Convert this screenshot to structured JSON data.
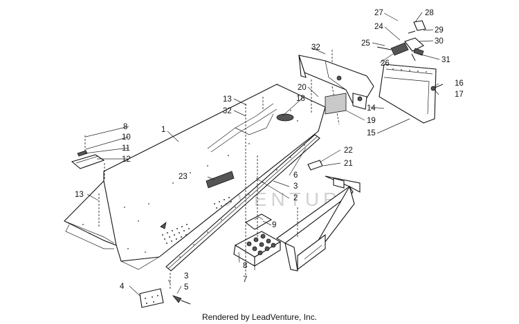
{
  "footer": {
    "text": "Rendered by LeadVenture, Inc."
  },
  "watermark": {
    "text": "LEADVENTURE"
  },
  "callouts": [
    {
      "id": "c1",
      "label": "1"
    },
    {
      "id": "c2",
      "label": "2"
    },
    {
      "id": "c3a",
      "label": "3"
    },
    {
      "id": "c3b",
      "label": "3"
    },
    {
      "id": "c4",
      "label": "4"
    },
    {
      "id": "c5",
      "label": "5"
    },
    {
      "id": "c6",
      "label": "6"
    },
    {
      "id": "c7",
      "label": "7"
    },
    {
      "id": "c8a",
      "label": "8"
    },
    {
      "id": "c8b",
      "label": "8"
    },
    {
      "id": "c9",
      "label": "9"
    },
    {
      "id": "c10",
      "label": "10"
    },
    {
      "id": "c11",
      "label": "11"
    },
    {
      "id": "c12",
      "label": "12"
    },
    {
      "id": "c13a",
      "label": "13"
    },
    {
      "id": "c13b",
      "label": "13"
    },
    {
      "id": "c14",
      "label": "14"
    },
    {
      "id": "c15",
      "label": "15"
    },
    {
      "id": "c16",
      "label": "16"
    },
    {
      "id": "c17",
      "label": "17"
    },
    {
      "id": "c18",
      "label": "18"
    },
    {
      "id": "c19",
      "label": "19"
    },
    {
      "id": "c20",
      "label": "20"
    },
    {
      "id": "c21",
      "label": "21"
    },
    {
      "id": "c22",
      "label": "22"
    },
    {
      "id": "c23",
      "label": "23"
    },
    {
      "id": "c24",
      "label": "24"
    },
    {
      "id": "c25",
      "label": "25"
    },
    {
      "id": "c26",
      "label": "26"
    },
    {
      "id": "c27",
      "label": "27"
    },
    {
      "id": "c28",
      "label": "28"
    },
    {
      "id": "c29",
      "label": "29"
    },
    {
      "id": "c30",
      "label": "30"
    },
    {
      "id": "c31",
      "label": "31"
    },
    {
      "id": "c32a",
      "label": "32"
    },
    {
      "id": "c32b",
      "label": "32"
    }
  ]
}
